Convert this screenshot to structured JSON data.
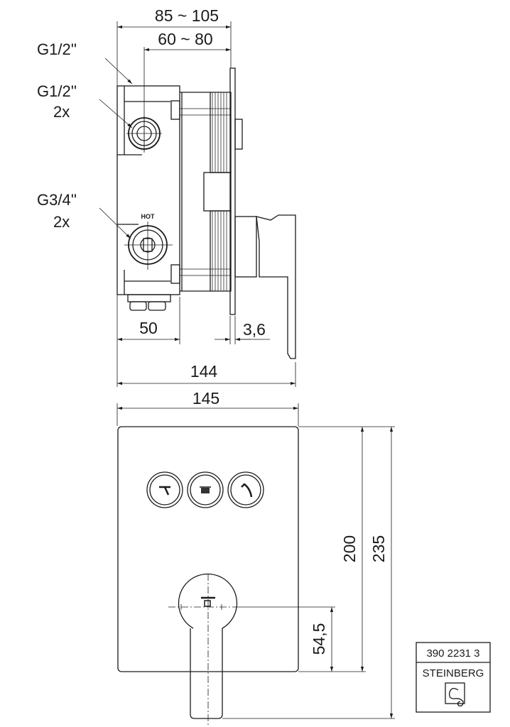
{
  "side_view": {
    "dim_overall_depth": "85 ~ 105",
    "dim_axis_depth": "60 ~ 80",
    "dim_body_width": "50",
    "dim_plate_thickness": "3,6",
    "dim_total_depth": "144",
    "label_top_connection": "G1/2''",
    "label_outlet_connection": "G1/2''",
    "label_outlet_count": "2x",
    "label_inlet_connection": "G3/4''",
    "label_inlet_count": "2x",
    "hot_marker": "HOT"
  },
  "front_view": {
    "dim_plate_width": "145",
    "dim_plate_height": "200",
    "dim_total_height": "235",
    "dim_handle_axis": "54,5",
    "buttons": [
      {
        "icon": "bath-spout-icon"
      },
      {
        "icon": "rain-shower-icon"
      },
      {
        "icon": "hand-shower-icon"
      }
    ]
  },
  "title_block": {
    "article_number": "390 2231 3",
    "brand": "STEINBERG",
    "logo_icon": "steinberg-logo-icon"
  }
}
